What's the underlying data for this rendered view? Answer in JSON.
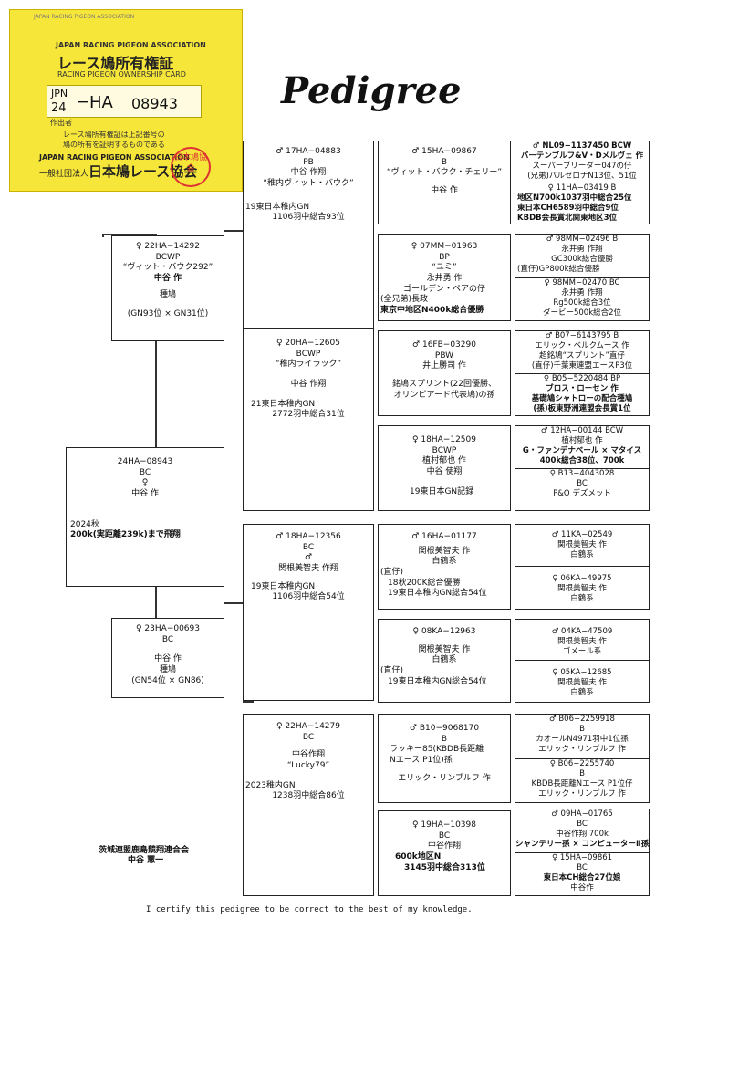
{
  "page_title": "Pedigree",
  "card": {
    "assoc_top": "JAPAN RACING PIGEON ASSOCIATION",
    "header_en": "JAPAN RACING PIGEON ASSOCIATION",
    "title_jp": "レース鳩所有権証",
    "title_en": "RACING PIGEON OWNERSHIP CARD",
    "ring_prefix": "JPN",
    "ring_year": "24",
    "ring_code": "HA",
    "ring_no": "08943",
    "author_label": "作出者",
    "note1": "レース鳩所有権証は上記番号の",
    "note2": "鳩の所有を証明するものである",
    "assoc_en": "JAPAN RACING PIGEON ASSOCIATION",
    "assoc_jp_prefix": "一般社団法人",
    "assoc_jp": "日本鳩レース協会",
    "stamp": "日本鳩協会"
  },
  "subject": {
    "ring": "24HA−08943",
    "color": "BC",
    "sex": "♀",
    "owner": "中谷 作",
    "year": "2024秋",
    "note": "200k(実距離239k)まで飛翔"
  },
  "sire": {
    "ring": "♀ 22HA−14292",
    "color": "BCWP",
    "name": "“ヴィット・バウク292”",
    "owner": "中谷 作",
    "role": "種鳩",
    "note": "(GN93位 × GN31位)"
  },
  "dam": {
    "ring": "♀ 23HA−00693",
    "color": "BC",
    "owner": "中谷 作",
    "role": "種鳩",
    "note": "(GN54位 × GN86)"
  },
  "gen2": [
    {
      "ring": "♂ 17HA−04883",
      "color": "PB",
      "owner": "中谷 作翔",
      "name": "“稚内ヴィット・バウク”",
      "race1": "19東日本稚内GN",
      "race2": "1106羽中総合93位"
    },
    {
      "ring": "♀ 20HA−12605",
      "color": "BCWP",
      "name": "“稚内ライラック”",
      "owner": "中谷 作翔",
      "race1": "21東日本稚内GN",
      "race2": "2772羽中総合31位"
    },
    {
      "ring": "♂ 18HA−12356",
      "color": "BC",
      "sex": "♂",
      "owner": "関根美智夫 作翔",
      "race1": "19東日本稚内GN",
      "race2": "1106羽中総合54位"
    },
    {
      "ring": "♀ 22HA−14279",
      "color": "BC",
      "owner": "中谷作翔",
      "name": "“Lucky79”",
      "race1": "2023稚内GN",
      "race2": "1238羽中総合86位"
    }
  ],
  "gen3": [
    {
      "ring": "♂ 15HA−09867",
      "color": "B",
      "name": "“ヴィット・バウク・チェリー”",
      "owner": "中谷 作"
    },
    {
      "ring": "♀ 07MM−01963",
      "color": "BP",
      "name": "“ユミ”",
      "owner": "永井勇 作",
      "l1": "ゴールデン・ペアの仔",
      "l2": "(全兄弟)長政",
      "l3": "東京中地区N400k総合優勝"
    },
    {
      "ring": "♂ 16FB−03290",
      "color": "PBW",
      "owner": "井上勝司 作",
      "l1": "銘鳩スプリント(22回優勝、",
      "l2": "オリンピアード代表鳩)の孫"
    },
    {
      "ring": "♀ 18HA−12509",
      "color": "BCWP",
      "owner": "植村郁也 作",
      "owner2": "中谷 使翔",
      "l1": "19東日本GN記録"
    },
    {
      "ring": "♂ 16HA−01177",
      "owner": "関根美智夫 作",
      "line": "白鶴系",
      "l0": "(直仔)",
      "l1": "18秋200K総合優勝",
      "l2": "19東日本稚内GN総合54位"
    },
    {
      "ring": "♀ 08KA−12963",
      "owner": "関根美智夫 作",
      "line": "白鶴系",
      "l0": "(直仔)",
      "l1": "19東日本稚内GN総合54位"
    },
    {
      "ring": "♂ B10−9068170",
      "color": "B",
      "l1": "ラッキー85(KBDB長距離",
      "l2": "Nエース P1位)孫",
      "owner": "エリック・リンブルフ 作"
    },
    {
      "ring": "♀ 19HA−10398",
      "color": "BC",
      "owner": "中谷作翔",
      "l1": "600k地区N",
      "l2": "3145羽中総合313位"
    }
  ],
  "gen4": [
    {
      "top": [
        "♂ NL09−1137450 BCW",
        "バーテンブルフ&V・Dメルヴェ 作",
        "スーパーブリーダー047の仔",
        "(兄弟)バルセロナN13位、51位"
      ],
      "bottom": [
        "♀ 11HA−03419 B",
        "地区N700k1037羽中総合25位",
        "東日本CH6589羽中総合9位",
        "KBDB会長賞北関東地区3位"
      ]
    },
    {
      "top": [
        "♂ 98MM−02496 B",
        "永井勇 作翔",
        "GC300k総合優勝",
        "(直仔)GP800k総合優勝"
      ],
      "bottom": [
        "♀ 98MM−02470 BC",
        "永井勇 作翔",
        "Rg500k総合3位",
        "ダービー500k総合2位"
      ]
    },
    {
      "top": [
        "♂ B07−6143795 B",
        "エリック・ベルクムース 作",
        "超銘鳩“スプリント”直仔",
        "(直仔)千葉東連盟エースP3位"
      ],
      "bottom": [
        "♀ B05−5220484 BP",
        "ブロス・ローセン 作",
        "基礎鳩シャトローの配合種鳩",
        "(孫)板東野洲連盟会長賞1位"
      ]
    },
    {
      "top": [
        "♂ 12HA−00144 BCW",
        "植村郁也 作",
        "G・ファンデナベール × マタイス",
        "400k総合38位、700k"
      ],
      "bottom": [
        "♀ B13−4043028",
        "BC",
        "P&O デズメット",
        ""
      ]
    },
    {
      "top": [
        "♂ 11KA−02549",
        "関根美智夫 作",
        "白鶴系",
        ""
      ],
      "bottom": [
        "♀ 06KA−49975",
        "関根美智夫 作",
        "白鶴系",
        ""
      ]
    },
    {
      "top": [
        "♂ 04KA−47509",
        "関根美智夫 作",
        "ゴメール系",
        ""
      ],
      "bottom": [
        "♀ 05KA−12685",
        "関根美智夫 作",
        "白鶴系",
        ""
      ]
    },
    {
      "top": [
        "♂ B06−2259918",
        "B",
        "カオールN4971羽中1位孫",
        "エリック・リンブルフ 作"
      ],
      "bottom": [
        "♀ B06−2255740",
        "B",
        "KBDB長距離Nエース P1位仔",
        "エリック・リンブルフ 作"
      ]
    },
    {
      "top": [
        "♂ 09HA−01765",
        "BC",
        "中谷作翔 700k",
        "シャンテリー孫 × コンピューターⅡ孫"
      ],
      "bottom": [
        "♀ 15HA−09861",
        "BC",
        "東日本CH総合27位娘",
        "中谷作"
      ]
    }
  ],
  "footer": {
    "org": "茨城連盟鹿島競翔連合会",
    "name": "中谷 憲一",
    "certify": "I certify this pedigree to be correct to the best of my knowledge."
  }
}
